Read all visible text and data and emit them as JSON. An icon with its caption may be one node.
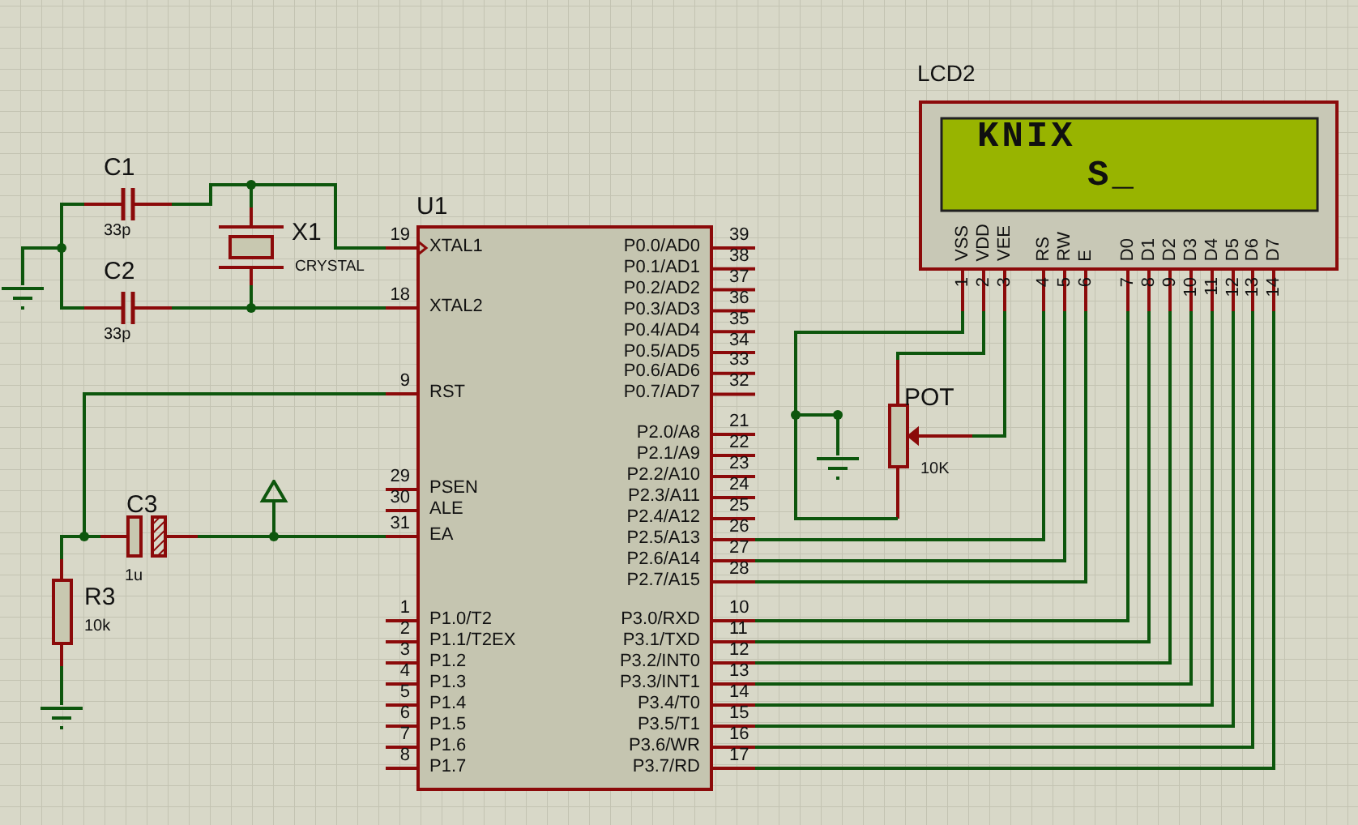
{
  "diagram": {
    "nodes": [
      {
        "text": [
          "C1",
          "33p"
        ]
      },
      {
        "text": [
          "C2",
          "33p"
        ]
      },
      {
        "text": [
          "X1",
          "CRYSTAL"
        ]
      },
      {
        "text": [
          "U1"
        ]
      },
      {
        "text": [
          "LCD2",
          "KNIX",
          "S_"
        ]
      },
      {
        "text": [
          "POT",
          "10K"
        ]
      },
      {
        "text": [
          "C3",
          "1u"
        ]
      },
      {
        "text": [
          "R3",
          "10k"
        ]
      },
      {
        "text": [],
        "shape": "ground"
      },
      {
        "text": [],
        "shape": "ground"
      },
      {
        "text": [],
        "shape": "ground"
      },
      {
        "text": [],
        "shape": "triangle"
      }
    ],
    "edges": [
      {
        "from": 8,
        "to": 0,
        "arrow": "none"
      },
      {
        "from": 8,
        "to": 1,
        "arrow": "none"
      },
      {
        "from": 0,
        "to": 2,
        "arrow": "none"
      },
      {
        "from": 2,
        "to": 3,
        "arrow": "none"
      },
      {
        "from": 1,
        "to": 2,
        "arrow": "none"
      },
      {
        "from": 2,
        "to": 3,
        "arrow": "none"
      },
      {
        "from": 3,
        "to": 6,
        "arrow": "none"
      },
      {
        "from": 3,
        "to": 7,
        "arrow": "none"
      },
      {
        "from": 6,
        "to": 11,
        "arrow": "none"
      },
      {
        "from": 11,
        "to": 3,
        "arrow": "none"
      },
      {
        "from": 7,
        "to": 9,
        "arrow": "none"
      },
      {
        "from": 4,
        "to": 10,
        "arrow": "none"
      },
      {
        "from": 5,
        "to": 10,
        "arrow": "none"
      },
      {
        "from": 4,
        "to": 5,
        "arrow": "none"
      },
      {
        "from": 4,
        "to": 5,
        "arrow": "none"
      },
      {
        "from": 4,
        "to": 3,
        "arrow": "none"
      },
      {
        "from": 4,
        "to": 3,
        "arrow": "none"
      },
      {
        "from": 4,
        "to": 3,
        "arrow": "none"
      },
      {
        "from": 4,
        "to": 3,
        "arrow": "none"
      },
      {
        "from": 4,
        "to": 3,
        "arrow": "none"
      },
      {
        "from": 4,
        "to": 3,
        "arrow": "none"
      },
      {
        "from": 4,
        "to": 3,
        "arrow": "none"
      },
      {
        "from": 4,
        "to": 3,
        "arrow": "none"
      },
      {
        "from": 4,
        "to": 3,
        "arrow": "none"
      },
      {
        "from": 4,
        "to": 3,
        "arrow": "none"
      },
      {
        "from": 4,
        "to": 3,
        "arrow": "none"
      }
    ],
    "labels": [
      "XTAL1",
      "XTAL2",
      "RST",
      "PSEN",
      "ALE",
      "EA",
      "P1.0/T2",
      "P1.1/T2EX",
      "P1.2",
      "P1.3",
      "P1.4",
      "P1.5",
      "P1.6",
      "P1.7",
      "19",
      "18",
      "9",
      "29",
      "30",
      "31",
      "1",
      "2",
      "3",
      "4",
      "5",
      "6",
      "7",
      "8",
      "P0.0/AD0",
      "P0.1/AD1",
      "P0.2/AD2",
      "P0.3/AD3",
      "P0.4/AD4",
      "P0.5/AD5",
      "P0.6/AD6",
      "P0.7/AD7",
      "P2.0/A8",
      "P2.1/A9",
      "P2.2/A10",
      "P2.3/A11",
      "P2.4/A12",
      "P2.5/A13",
      "P2.6/A14",
      "P2.7/A15",
      "P3.0/RXD",
      "P3.1/TXD",
      "P3.2/INT0",
      "P3.3/INT1",
      "P3.4/T0",
      "P3.5/T1",
      "P3.6/WR",
      "P3.7/RD",
      "39",
      "38",
      "37",
      "36",
      "35",
      "34",
      "33",
      "32",
      "21",
      "22",
      "23",
      "24",
      "25",
      "26",
      "27",
      "28",
      "10",
      "11",
      "12",
      "13",
      "14",
      "15",
      "16",
      "17",
      "VSS",
      "VDD",
      "VEE",
      "RS",
      "RW",
      "E",
      "D0",
      "D1",
      "D2",
      "D3",
      "D4",
      "D5",
      "D6",
      "D7",
      "1",
      "2",
      "3",
      "4",
      "5",
      "6",
      "7",
      "8",
      "9",
      "10",
      "11",
      "12",
      "13",
      "14"
    ]
  }
}
